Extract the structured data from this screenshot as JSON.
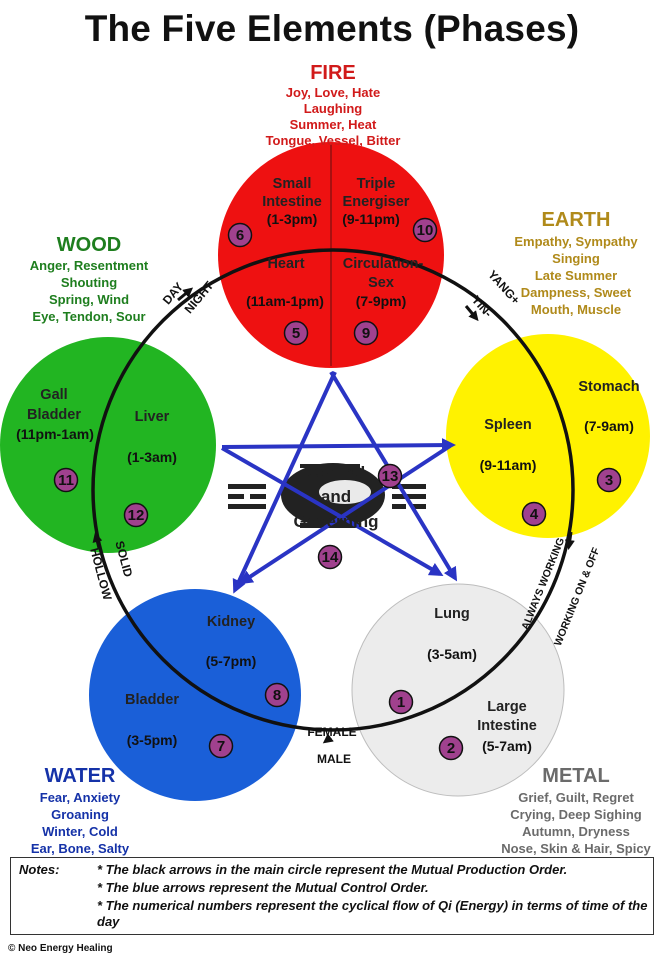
{
  "title": "The Five Elements (Phases)",
  "colors": {
    "fire": "#ee1111",
    "earth": "#fff200",
    "metal": "#ececec",
    "water": "#1a5fd8",
    "wood": "#22b522",
    "fire_text": "#d11a1a",
    "earth_text": "#b08a1a",
    "metal_text": "#6b6b6b",
    "water_text": "#1532a8",
    "wood_text": "#1e7e1e",
    "number_badge": "#a0418e",
    "control_star": "#2a34c4"
  },
  "elements": {
    "fire": {
      "name": "FIRE",
      "attributes": [
        "Joy, Love, Hate",
        "Laughing",
        "Summer, Heat",
        "Tongue, Vessel, Bitter"
      ],
      "organs": [
        {
          "label": [
            "Small",
            "Intestine"
          ],
          "time": "(1-3pm)",
          "number": "6"
        },
        {
          "label": [
            "Triple",
            "Energiser"
          ],
          "time": "(9-11pm)",
          "number": "10"
        },
        {
          "label": [
            "Heart"
          ],
          "time": "(11am-1pm)",
          "number": "5"
        },
        {
          "label": [
            "Circulation-",
            "Sex"
          ],
          "time": "(7-9pm)",
          "number": "9"
        }
      ]
    },
    "earth": {
      "name": "EARTH",
      "attributes": [
        "Empathy, Sympathy",
        "Singing",
        "Late Summer",
        "Dampness, Sweet",
        "Mouth, Muscle"
      ],
      "organs": [
        {
          "label": [
            "Stomach"
          ],
          "time": "(7-9am)",
          "number": "3"
        },
        {
          "label": [
            "Spleen"
          ],
          "time": "(9-11am)",
          "number": "4"
        }
      ]
    },
    "metal": {
      "name": "METAL",
      "attributes": [
        "Grief, Guilt, Regret",
        "Crying, Deep Sighing",
        "Autumn, Dryness",
        "Nose, Skin & Hair, Spicy"
      ],
      "organs": [
        {
          "label": [
            "Lung"
          ],
          "time": "(3-5am)",
          "number": "1"
        },
        {
          "label": [
            "Large",
            "Intestine"
          ],
          "time": "(5-7am)",
          "number": "2"
        }
      ]
    },
    "water": {
      "name": "WATER",
      "attributes": [
        "Fear, Anxiety",
        "Groaning",
        "Winter, Cold",
        "Ear, Bone, Salty"
      ],
      "organs": [
        {
          "label": [
            "Kidney"
          ],
          "time": "(5-7pm)",
          "number": "8"
        },
        {
          "label": [
            "Bladder"
          ],
          "time": "(3-5pm)",
          "number": "7"
        }
      ]
    },
    "wood": {
      "name": "WOOD",
      "attributes": [
        "Anger, Resentment",
        "Shouting",
        "Spring, Wind",
        "Eye, Tendon, Sour"
      ],
      "organs": [
        {
          "label": [
            "Gall",
            "Bladder"
          ],
          "time": "(11pm-1am)",
          "number": "11"
        },
        {
          "label": [
            "Liver"
          ],
          "time": "(1-3am)",
          "number": "12"
        }
      ]
    }
  },
  "center": {
    "lines": [
      "Central",
      "and",
      "Governing"
    ],
    "numbers": [
      "13",
      "14"
    ]
  },
  "ring_labels": {
    "day": "DAY",
    "night": "NIGHT",
    "yang": "YANG+",
    "yin": "YIN-",
    "always_working": "ALWAYS WORKING",
    "working_on_off": "WORKING ON & OFF",
    "female": "FEMALE",
    "male": "MALE",
    "hollow": "HOLLOW",
    "solid": "SOLID"
  },
  "notes": {
    "label": "Notes:",
    "items": [
      "*  The black arrows in the main circle represent  the Mutual Production Order.",
      "*  The blue arrows represent the Mutual Control Order.",
      "*  The numerical numbers represent the cyclical flow of Qi (Energy) in terms of time of the day"
    ]
  },
  "credit": "© Neo Energy Healing"
}
